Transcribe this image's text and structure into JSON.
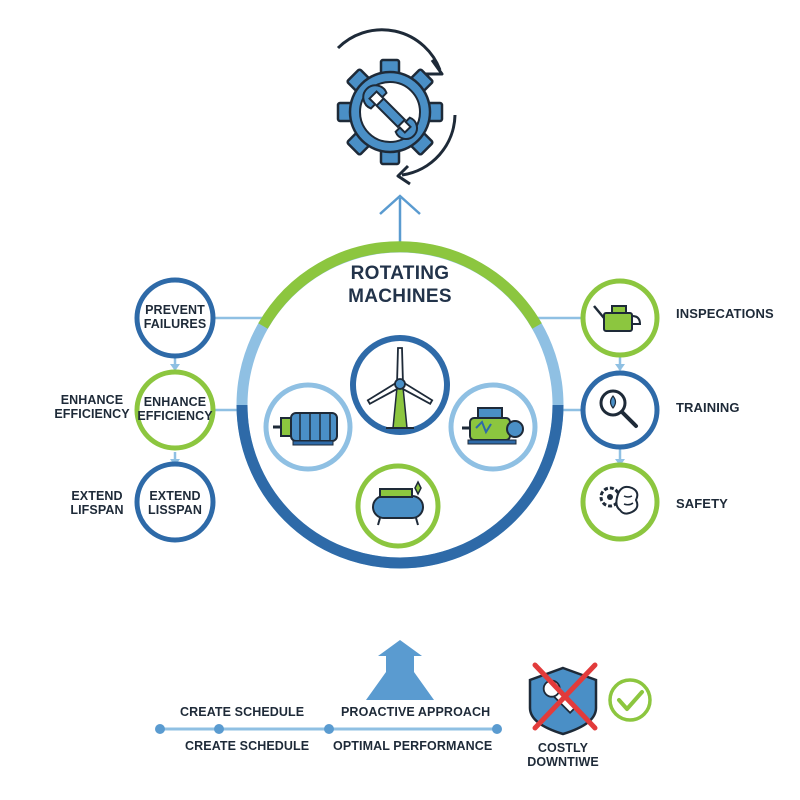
{
  "center": {
    "title_line1": "ROTATING",
    "title_line2": "MACHINES"
  },
  "left_goals": [
    {
      "line1": "PREVENT",
      "line2": "FAILURES",
      "side_line1": "",
      "side_line2": ""
    },
    {
      "line1": "ENHANCE",
      "line2": "EFFICIENCY",
      "side_line1": "ENHANCE",
      "side_line2": "EFFICIENCY"
    },
    {
      "line1": "EXTEND",
      "line2": "LISSPAN",
      "side_line1": "EXTEND",
      "side_line2": "LIFSPAN"
    }
  ],
  "right_items": [
    {
      "label": "INSPECATIONS",
      "icon": "oil-can-icon"
    },
    {
      "label": "TRAINING",
      "icon": "magnifier-drop-icon"
    },
    {
      "label": "SAFETY",
      "icon": "gear-brain-icon"
    }
  ],
  "machines": [
    {
      "icon": "wind-turbine-icon"
    },
    {
      "icon": "electric-motor-icon"
    },
    {
      "icon": "pump-icon"
    },
    {
      "icon": "compressor-tank-icon"
    }
  ],
  "timeline": {
    "top_left": "CREATE SCHEDULE",
    "top_right": "PROACTIVE APPROACH",
    "bottom_left": "CREATE SCHEDULE",
    "bottom_right": "OPTIMAL PERFORMANCE"
  },
  "downtime": {
    "line1": "COSTLY",
    "line2": "DOWNTIWE"
  },
  "colors": {
    "blue_dark": "#2e6aa8",
    "blue_mid": "#4a8fc6",
    "blue_light": "#8fc0e3",
    "green": "#8cc63f",
    "red": "#e23b3b"
  },
  "icons": {
    "top": "gear-wrench-cycle-icon",
    "arrow": "up-arrow-icon",
    "no_maintenance": "crossed-shield-wrench-icon",
    "check": "check-circle-icon"
  }
}
